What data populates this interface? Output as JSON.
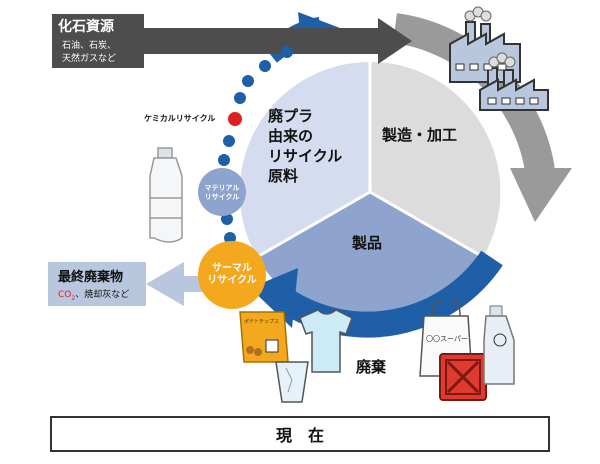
{
  "fossil": {
    "title": "化石資源",
    "sub1": "石油、石炭、",
    "sub2": "天然ガスなど"
  },
  "final_waste": {
    "title": "最終廃棄物",
    "sub_co": "CO",
    "sub_2": "2",
    "sub_rest": "、焼却灰など"
  },
  "center_label": {
    "line1": "廃プラ",
    "line2": "由来の",
    "line3": "リサイクル",
    "line4": "原料"
  },
  "manufacturing_label": "製造・加工",
  "product_label": "製品",
  "disposal_label": "廃棄",
  "chemical_recycle_label": "ケミカルリサイクル",
  "material_recycle": {
    "line1": "マテリアル",
    "line2": "リサイクル"
  },
  "thermal_recycle": {
    "line1": "サーマル",
    "line2": "リサイクル"
  },
  "bag_label": "〇〇スーパー",
  "snack_label": "ポテトチップス",
  "bottom_label": "現　在",
  "colors": {
    "recycle_segment": "#d6dcef",
    "manufacture_segment": "#dcdcdc",
    "product_segment": "#8ea3cd",
    "arrow_gray": "#9a9a9a",
    "arrow_blue": "#1f5fa8",
    "dot_blue": "#1f5fa8",
    "dot_red": "#e02020",
    "thermal_orange": "#f3a81e",
    "material_circle": "#8ea3cd",
    "fuel_can_red": "#e03a2e"
  }
}
